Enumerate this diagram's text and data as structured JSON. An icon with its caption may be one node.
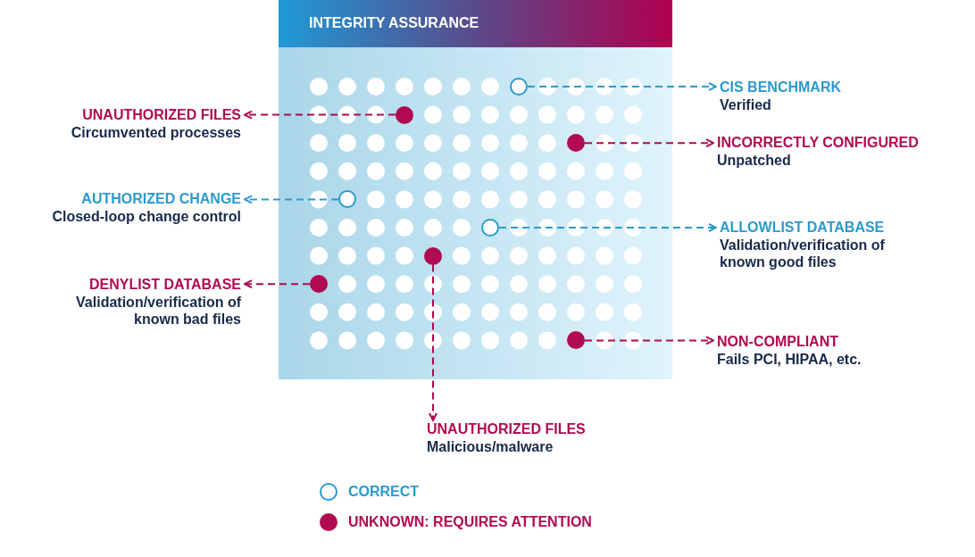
{
  "diagram": {
    "nodes": [
      {
        "text": [
          "INTEGRITY ASSURANCE"
        ]
      },
      {
        "text": [],
        "shape": "circle",
        "in": 0
      },
      {
        "text": [],
        "shape": "circle",
        "in": 0
      },
      {
        "text": [],
        "shape": "circle",
        "in": 0
      },
      {
        "text": [],
        "shape": "circle",
        "in": 0
      },
      {
        "text": [],
        "shape": "circle",
        "in": 0
      },
      {
        "text": [],
        "shape": "circle",
        "in": 0
      },
      {
        "text": [],
        "shape": "circle",
        "in": 0
      },
      {
        "text": [],
        "shape": "circle",
        "in": 0
      },
      {
        "text": [
          "CIS BENCHMARK",
          "Verified"
        ]
      },
      {
        "text": [
          "UNAUTHORIZED FILES",
          "Circumvented processes"
        ]
      },
      {
        "text": [
          "INCORRECTLY CONFIGURED",
          "Unpatched"
        ]
      },
      {
        "text": [
          "AUTHORIZED CHANGE",
          "Closed-loop change control"
        ]
      },
      {
        "text": [
          "ALLOWLIST DATABASE",
          "Validation/verification of known good files"
        ]
      },
      {
        "text": [
          "DENYLIST DATABASE",
          "Validation/verification of known bad files"
        ]
      },
      {
        "text": [
          "NON-COMPLIANT",
          "Fails PCI, HIPAA, etc."
        ]
      },
      {
        "text": [
          "UNAUTHORIZED FILES",
          "Malicious/malware"
        ]
      }
    ],
    "edges": [
      {
        "from": 1,
        "to": 9,
        "arrow": "to",
        "style": "dashed",
        "color": "#2a9ad0"
      },
      {
        "from": 2,
        "to": 10,
        "arrow": "to",
        "style": "dashed",
        "color": "#b00a50"
      },
      {
        "from": 3,
        "to": 11,
        "arrow": "to",
        "style": "dashed",
        "color": "#b00a50"
      },
      {
        "from": 4,
        "to": 12,
        "arrow": "to",
        "style": "dashed",
        "color": "#2a9ad0"
      },
      {
        "from": 5,
        "to": 13,
        "arrow": "to",
        "style": "dashed",
        "color": "#2a9ad0"
      },
      {
        "from": 6,
        "to": 16,
        "arrow": "to",
        "style": "dashed",
        "color": "#b00a50"
      },
      {
        "from": 7,
        "to": 14,
        "arrow": "to",
        "style": "dashed",
        "color": "#b00a50"
      },
      {
        "from": 8,
        "to": 15,
        "arrow": "to",
        "style": "dashed",
        "color": "#b00a50"
      }
    ],
    "legend": [
      {
        "text": "CORRECT"
      },
      {
        "text": "UNKNOWN: REQUIRES ATTENTION",
        "color": "#b00a50"
      }
    ]
  }
}
